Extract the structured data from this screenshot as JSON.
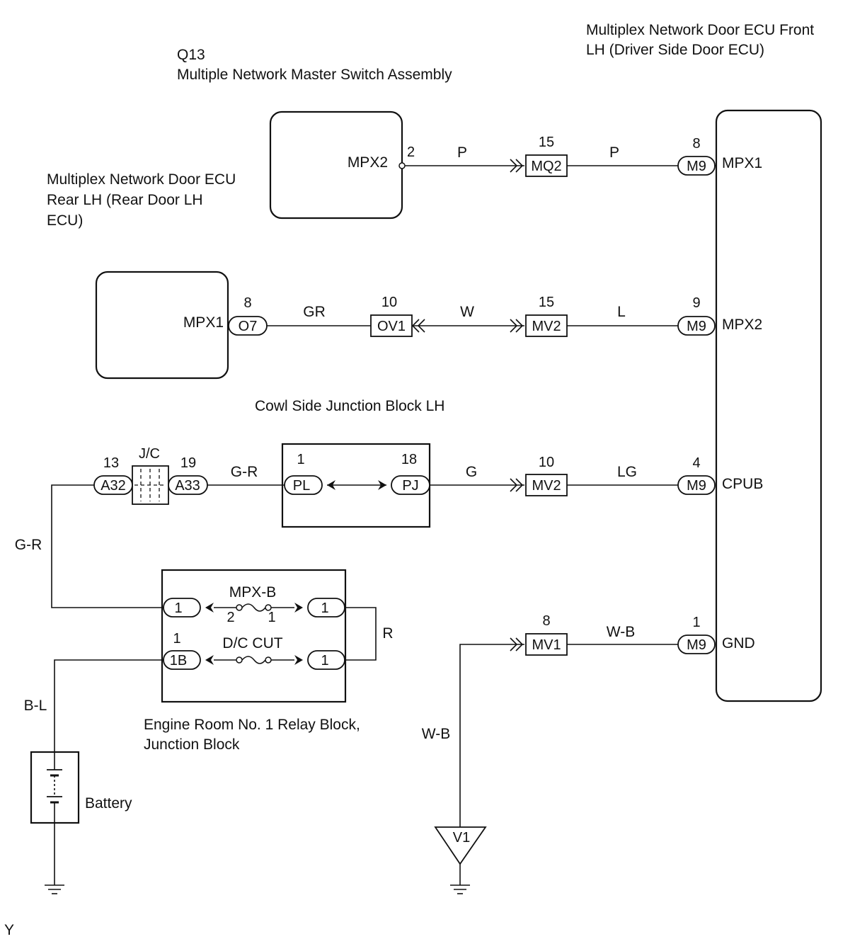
{
  "labels": {
    "driver_ecu": [
      "Multiplex Network Door ECU Front",
      "LH (Driver Side Door ECU)"
    ],
    "master_switch": [
      "Q13",
      "Multiple Network Master Switch Assembly"
    ],
    "rear_ecu": [
      "Multiplex Network Door ECU",
      "Rear LH (Rear Door LH",
      "ECU)"
    ],
    "cowl_jb": "Cowl Side Junction Block LH",
    "engine_relay": [
      "Engine Room No. 1 Relay Block,",
      "Junction Block"
    ],
    "battery": "Battery",
    "footer": "Y"
  },
  "terminals": {
    "master_mpx2": "MPX2",
    "rear_mpx1": "MPX1",
    "ecu_mpx1": "MPX1",
    "ecu_mpx2": "MPX2",
    "ecu_cpub": "CPUB",
    "ecu_gnd": "GND"
  },
  "pins": {
    "master_2": "2",
    "mq2": "15",
    "m9_a": "8",
    "o7": "8",
    "ov1": "10",
    "mv2_a": "15",
    "m9_b": "9",
    "a32": "13",
    "a33": "19",
    "pl": "1",
    "pj": "18",
    "mv2_b": "10",
    "m9_c": "4",
    "mv1": "8",
    "m9_d": "1",
    "fuse_in": "2",
    "fuse_out": "1",
    "b1": "1"
  },
  "connectors": {
    "mq2": "MQ2",
    "m9_a": "M9",
    "o7": "O7",
    "ov1": "OV1",
    "mv2_a": "MV2",
    "m9_b": "M9",
    "a32": "A32",
    "jc": "J/C",
    "a33": "A33",
    "pl": "PL",
    "pj": "PJ",
    "mv2_b": "MV2",
    "m9_c": "M9",
    "relay_1a": "1",
    "relay_1b": "1",
    "relay_1c": "1",
    "b1b": "1B",
    "mv1": "MV1",
    "m9_d": "M9",
    "v1": "V1"
  },
  "wires": {
    "p1": "P",
    "p2": "P",
    "gr": "GR",
    "w": "W",
    "l": "L",
    "gr2": "G-R",
    "g": "G",
    "lg": "LG",
    "gr_left": "G-R",
    "r": "R",
    "bl": "B-L",
    "wb1": "W-B",
    "wb2": "W-B"
  },
  "fuses": {
    "mpxb": "MPX-B",
    "dccut": "D/C CUT"
  }
}
